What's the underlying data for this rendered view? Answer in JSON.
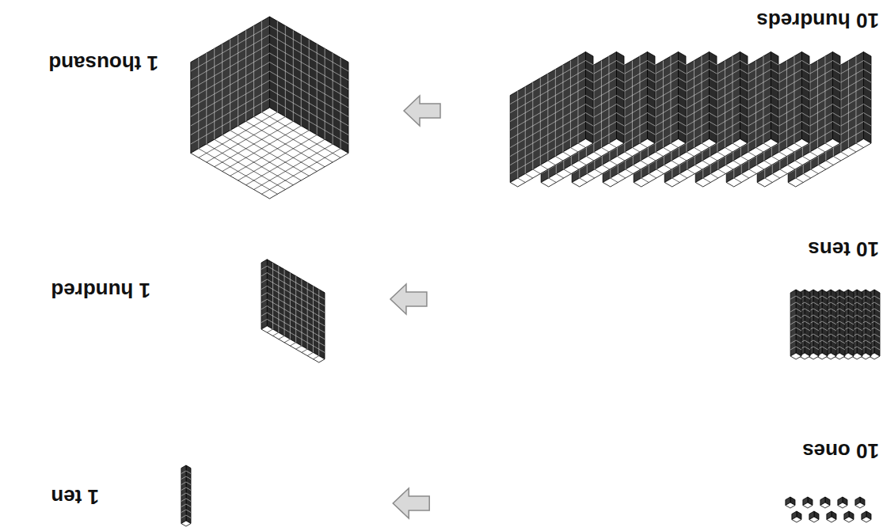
{
  "diagram": {
    "nodes": [
      {
        "text": [
          "10 ones"
        ]
      },
      {
        "text": [
          "1 ten"
        ]
      },
      {
        "text": [
          "10 tens"
        ]
      },
      {
        "text": [
          "1 hundred"
        ]
      },
      {
        "text": [
          "10 hundreds"
        ]
      },
      {
        "text": [
          "1 thousand"
        ]
      }
    ],
    "edges": [
      {
        "from": 0,
        "to": 1,
        "arrow": "to"
      },
      {
        "from": 2,
        "to": 3,
        "arrow": "to"
      },
      {
        "from": 4,
        "to": 5,
        "arrow": "to"
      }
    ]
  }
}
